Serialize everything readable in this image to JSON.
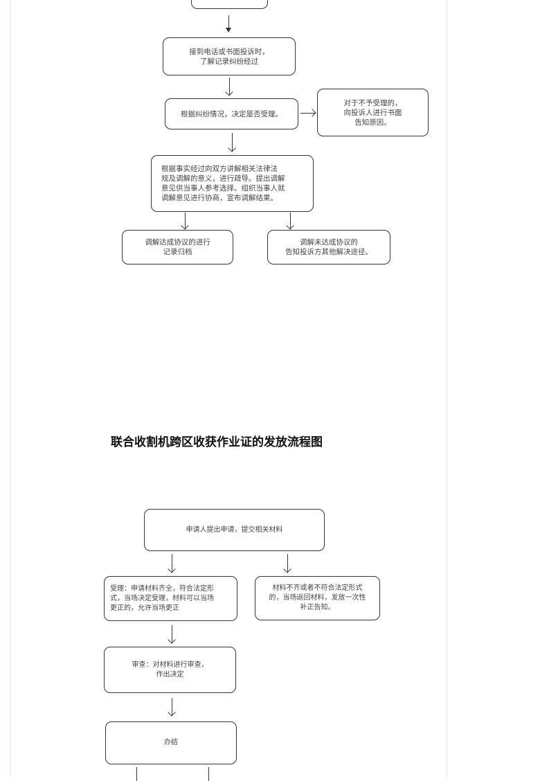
{
  "flow1": {
    "top_box": "",
    "step1": "接到电话或书面投诉时，\n了解记录纠纷经过",
    "step2": "根据纠纷情况，决定是否受理。",
    "reject": "对于不予受理的，\n向投诉人进行书面\n告知原因。",
    "step3": "根据事实经过向双方讲解相关法律法\n规及调解的意义，进行疏导。提出调解\n意见供当事人参考选择。组织当事人就\n调解意见进行协商，宣布调解结果。",
    "success": "调解达成协议的进行\n记录归档",
    "failure": "调解未达成协议的\n告知投诉方其他解决途径。"
  },
  "flow2": {
    "title": "联合收割机跨区收获作业证的发放流程图",
    "apply": "申请人提出申请，提交相关材料",
    "accept": "受理：申请材料齐全，符合法定形\n式，当场决定受理，材料可以当场\n更正的，允许当场更正",
    "incomplete": "材料不齐或者不符合法定形式\n的，当场返回材料，发放一次性\n补正告知。",
    "review": "审查：对材料进行审查，\n作出决定",
    "done": "办结"
  }
}
